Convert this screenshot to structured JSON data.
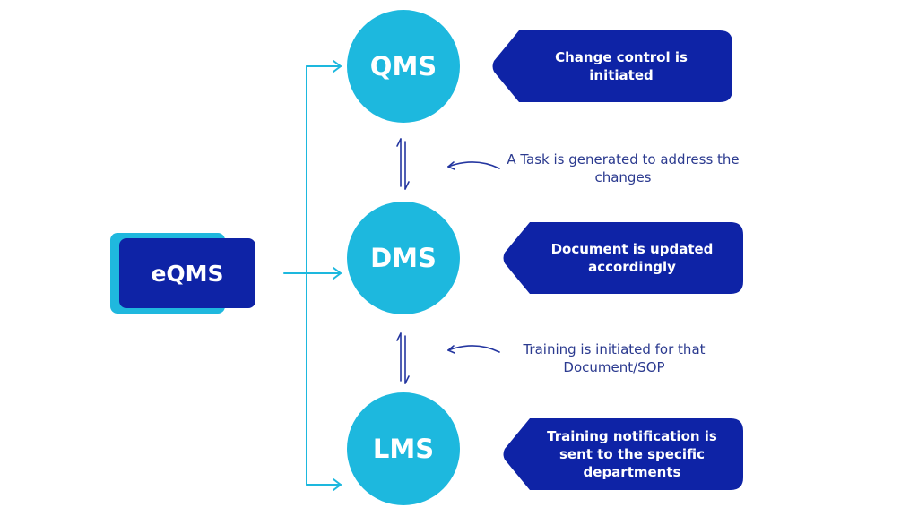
{
  "colors": {
    "dark_blue": "#0e23a6",
    "cyan": "#1db8de",
    "note_text": "#2b3a8f"
  },
  "source": {
    "label": "eQMS"
  },
  "systems": [
    {
      "label": "QMS"
    },
    {
      "label": "DMS"
    },
    {
      "label": "LMS"
    }
  ],
  "actions": [
    {
      "text": "Change control is initiated"
    },
    {
      "text": "Document is updated accordingly"
    },
    {
      "text": "Training notification is sent  to the specific departments"
    }
  ],
  "transitions": [
    {
      "text": "A Task is generated to address the changes",
      "icon": "bidirectional-arrow"
    },
    {
      "text": "Training is initiated for that Document/SOP",
      "icon": "bidirectional-arrow"
    }
  ]
}
